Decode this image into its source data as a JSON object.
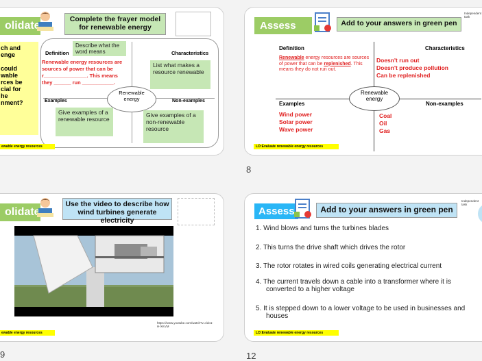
{
  "slide1": {
    "header": "olidate",
    "title": "Complete the frayer model for renewable energy",
    "side_text": [
      "ch and",
      "enge",
      "",
      "could",
      "wable",
      "rces be",
      "cial for",
      "he",
      "nment?"
    ],
    "describe_box": "Describe what the word means",
    "definition": "Definition",
    "characteristics": "Characteristics",
    "definition_text": "Renewable energy resources are sources of power that can be r_______________. This means they ______ run ___________.",
    "list_box": "List what makes a resource renewable",
    "center": "Renewable energy",
    "examples": "Examples",
    "non_examples": "Non-examples",
    "give_examples": "Give examples of a renewable resource",
    "give_non_examples": "Give examples of a non-renewable resource",
    "lo": "ewable energy resources"
  },
  "slide2": {
    "header": "Assess",
    "title": "Add to your answers in green pen",
    "independent": "Independent task",
    "definition": "Definition",
    "characteristics": "Characteristics",
    "def_part1": "Renewable",
    "def_part2": " energy resources are sources of power that can be ",
    "def_part3": "replenished",
    "def_part4": ". This means they do not run out.",
    "char_list": [
      "Doesn't run out",
      "Doesn't produce pollution",
      "Can be replenished"
    ],
    "center": "Renewable energy",
    "examples": "Examples",
    "non_examples": "Non-examples",
    "examples_list": [
      "Wind power",
      "Solar power",
      "Wave power"
    ],
    "non_examples_list": [
      "Coal",
      "Oil",
      "Gas"
    ],
    "lo": "LO:Evaluate renewable energy resources"
  },
  "slide_number_8": "8",
  "slide3": {
    "header": "olidate",
    "title": "Use the video to describe how wind turbines generate electricity",
    "url": "https://www.youtube.com/watch?v=rido1-H-XKVM",
    "lo": "ewable energy resources"
  },
  "slide4": {
    "header": "Assess",
    "title": "Add to your answers in green pen",
    "independent": "Independent task",
    "steps": [
      "1.  Wind blows and turns the turbines blades",
      "2.  This turns the drive shaft which drives the rotor",
      "3.  The rotor rotates in wired coils generating electrical current",
      "4.  The current travels down a cable into a transformer where it is converted to a higher voltage",
      "5.  It is stepped down to a lower voltage to be used in businesses and houses"
    ],
    "lo": "LO:Evaluate renewable energy resources"
  },
  "slide_number_9": "9",
  "slide_number_12": "12",
  "colors": {
    "green_header": "#9ccc65",
    "blue_header": "#29b6f6",
    "title_green": "#c6e7b5",
    "title_blue": "#bfe3f5",
    "lo_yellow": "#ffff00",
    "red_text": "#e02020"
  }
}
